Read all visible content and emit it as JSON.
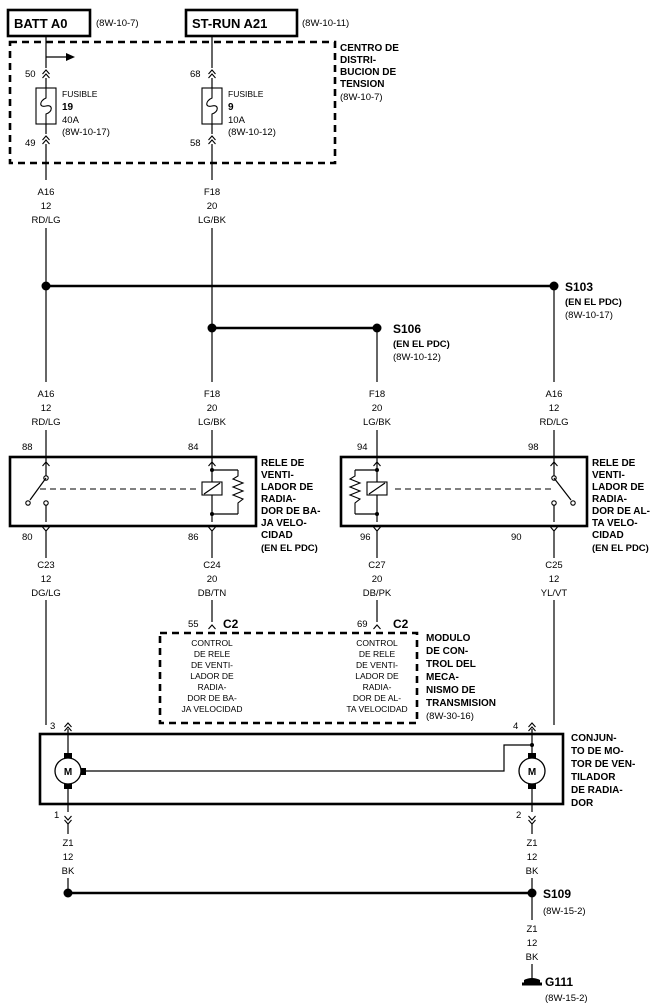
{
  "sources": {
    "batt": {
      "name": "BATT A0",
      "ref": "(8W-10-7)"
    },
    "strun": {
      "name": "ST-RUN A21",
      "ref": "(8W-10-11)"
    }
  },
  "pdc": {
    "title": [
      "CENTRO DE",
      "DISTRI-",
      "BUCION DE",
      "TENSION"
    ],
    "ref": "(8W-10-7)",
    "fuse19": {
      "label": "FUSIBLE",
      "num": "19",
      "amp": "40A",
      "ref": "(8W-10-17)",
      "pin_in": "50",
      "pin_out": "49"
    },
    "fuse9": {
      "label": "FUSIBLE",
      "num": "9",
      "amp": "10A",
      "ref": "(8W-10-12)",
      "pin_in": "68",
      "pin_out": "58"
    }
  },
  "wires": {
    "a16_top": [
      "A16",
      "12",
      "RD/LG"
    ],
    "f18_top": [
      "F18",
      "20",
      "LG/BK"
    ],
    "a16_left": [
      "A16",
      "12",
      "RD/LG"
    ],
    "f18_left": [
      "F18",
      "20",
      "LG/BK"
    ],
    "f18_right": [
      "F18",
      "20",
      "LG/BK"
    ],
    "a16_right": [
      "A16",
      "12",
      "RD/LG"
    ],
    "c23": [
      "C23",
      "12",
      "DG/LG"
    ],
    "c24": [
      "C24",
      "20",
      "DB/TN"
    ],
    "c27": [
      "C27",
      "20",
      "DB/PK"
    ],
    "c25": [
      "C25",
      "12",
      "YL/VT"
    ],
    "z1_left": [
      "Z1",
      "12",
      "BK"
    ],
    "z1_right": [
      "Z1",
      "12",
      "BK"
    ],
    "z1_bottom": [
      "Z1",
      "12",
      "BK"
    ]
  },
  "splices": {
    "s103": {
      "name": "S103",
      "loc": "(EN EL PDC)",
      "ref": "(8W-10-17)"
    },
    "s106": {
      "name": "S106",
      "loc": "(EN EL PDC)",
      "ref": "(8W-10-12)"
    },
    "s109": {
      "name": "S109",
      "ref": "(8W-15-2)"
    }
  },
  "ground": {
    "name": "G111",
    "ref": "(8W-15-2)"
  },
  "relay_low": {
    "pins": {
      "p88": "88",
      "p84": "84",
      "p80": "80",
      "p86": "86"
    },
    "label": [
      "RELE DE",
      "VENTI-",
      "LADOR DE",
      "RADIA-",
      "DOR DE BA-",
      "JA VELO-",
      "CIDAD",
      "(EN EL PDC)"
    ]
  },
  "relay_high": {
    "pins": {
      "p94": "94",
      "p98": "98",
      "p96": "96",
      "p90": "90"
    },
    "label": [
      "RELE DE",
      "VENTI-",
      "LADOR DE",
      "RADIA-",
      "DOR DE AL-",
      "TA VELO-",
      "CIDAD",
      "(EN EL PDC)"
    ]
  },
  "tcm": {
    "pin_low": "55",
    "pin_high": "69",
    "connector": "C2",
    "ctrl_low": [
      "CONTROL",
      "DE RELE",
      "DE VENTI-",
      "LADOR DE",
      "RADIA-",
      "DOR DE BA-",
      "JA VELOCIDAD"
    ],
    "ctrl_high": [
      "CONTROL",
      "DE RELE",
      "DE VENTI-",
      "LADOR DE",
      "RADIA-",
      "DOR DE AL-",
      "TA VELOCIDAD"
    ],
    "label": [
      "MODULO",
      "DE CON-",
      "TROL DEL",
      "MECA-",
      "NISMO DE",
      "TRANSMISION"
    ],
    "ref": "(8W-30-16)"
  },
  "motor": {
    "pins": {
      "p3": "3",
      "p4": "4",
      "p1": "1",
      "p2": "2"
    },
    "symbol": "M",
    "label": [
      "CONJUN-",
      "TO DE MO-",
      "TOR DE VEN-",
      "TILADOR",
      "DE RADIA-",
      "DOR"
    ]
  }
}
